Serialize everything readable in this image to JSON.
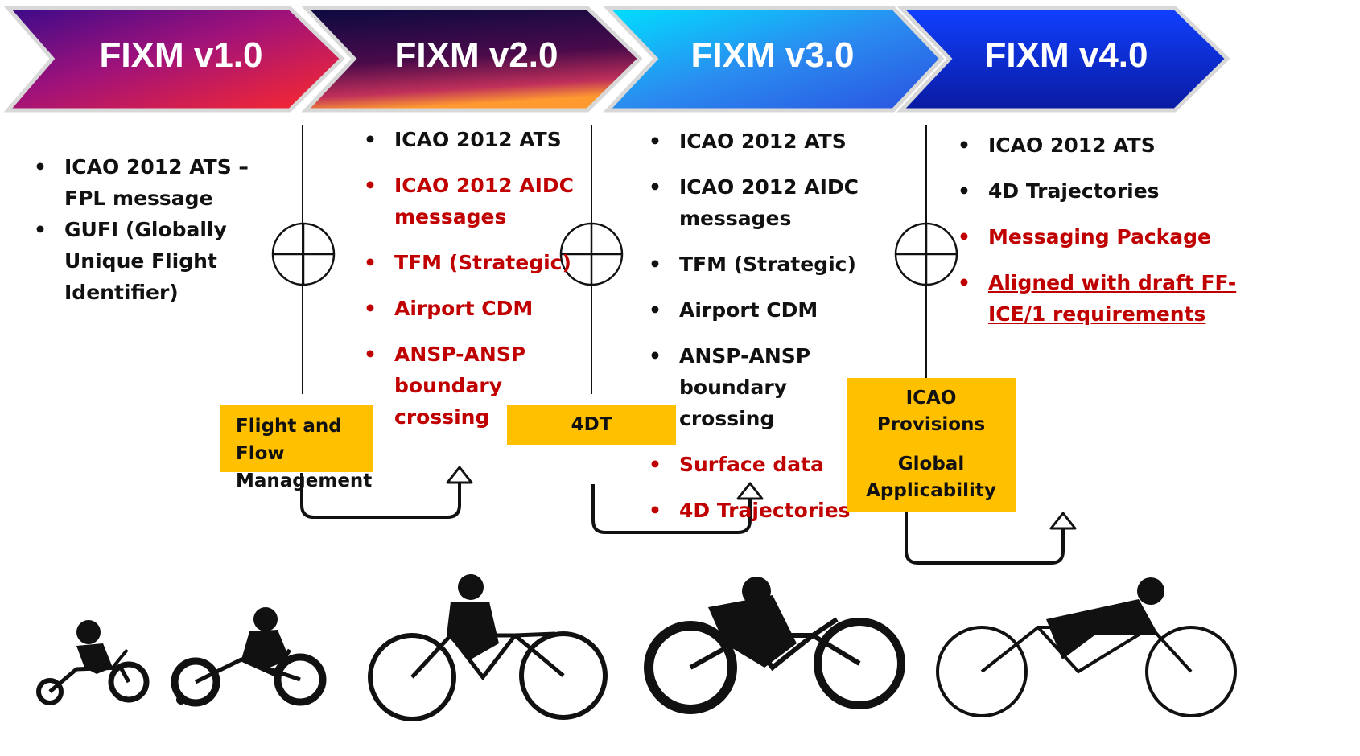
{
  "stages": [
    {
      "title": "FIXM v1.0",
      "items": [
        {
          "text": "ICAO 2012 ATS – FPL message",
          "color": "#111111"
        },
        {
          "text": "GUFI (Globally Unique Flight Identifier)",
          "color": "#111111"
        }
      ]
    },
    {
      "title": "FIXM v2.0",
      "items": [
        {
          "text": "ICAO 2012 ATS",
          "color": "#111111"
        },
        {
          "text": "ICAO 2012 AIDC messages",
          "color": "#c00000"
        },
        {
          "text": "TFM (Strategic)",
          "color": "#c00000"
        },
        {
          "text": "Airport CDM",
          "color": "#c00000"
        },
        {
          "text": "ANSP-ANSP boundary crossing",
          "color": "#c00000"
        }
      ]
    },
    {
      "title": "FIXM v3.0",
      "items": [
        {
          "text": "ICAO 2012 ATS",
          "color": "#111111"
        },
        {
          "text": "ICAO 2012 AIDC messages",
          "color": "#111111"
        },
        {
          "text": "TFM (Strategic)",
          "color": "#111111"
        },
        {
          "text": "Airport CDM",
          "color": "#111111"
        },
        {
          "text": "ANSP-ANSP boundary crossing",
          "color": "#111111"
        },
        {
          "text": "Surface data",
          "color": "#c00000"
        },
        {
          "text": "4D Trajectories",
          "color": "#c00000"
        }
      ]
    },
    {
      "title": "FIXM v4.0",
      "items": [
        {
          "text": "ICAO 2012 ATS",
          "color": "#111111"
        },
        {
          "text": "4D Trajectories",
          "color": "#111111"
        },
        {
          "text": "Messaging Package",
          "color": "#c00000"
        },
        {
          "text": "Aligned with draft FF-ICE/1 requirements",
          "color": "#c00000",
          "underline": true
        }
      ]
    }
  ],
  "transitions": [
    {
      "lines": [
        "Flight and Flow",
        "Management"
      ],
      "icon": "circle-plus-icon"
    },
    {
      "lines": [
        "4DT"
      ],
      "icon": "circle-plus-icon"
    },
    {
      "lines": [
        "ICAO",
        "Provisions",
        "Global",
        "Applicability"
      ],
      "icon": "circle-plus-icon"
    }
  ],
  "colors": {
    "label_box": "#ffc000",
    "added_item": "#c00000",
    "existing_item": "#111111"
  },
  "silhouettes": [
    "toddler-balance-bike-icon",
    "child-training-wheels-bike-icon",
    "woman-bicycle-icon",
    "youth-mountain-bike-icon",
    "adult-racing-bike-icon"
  ]
}
